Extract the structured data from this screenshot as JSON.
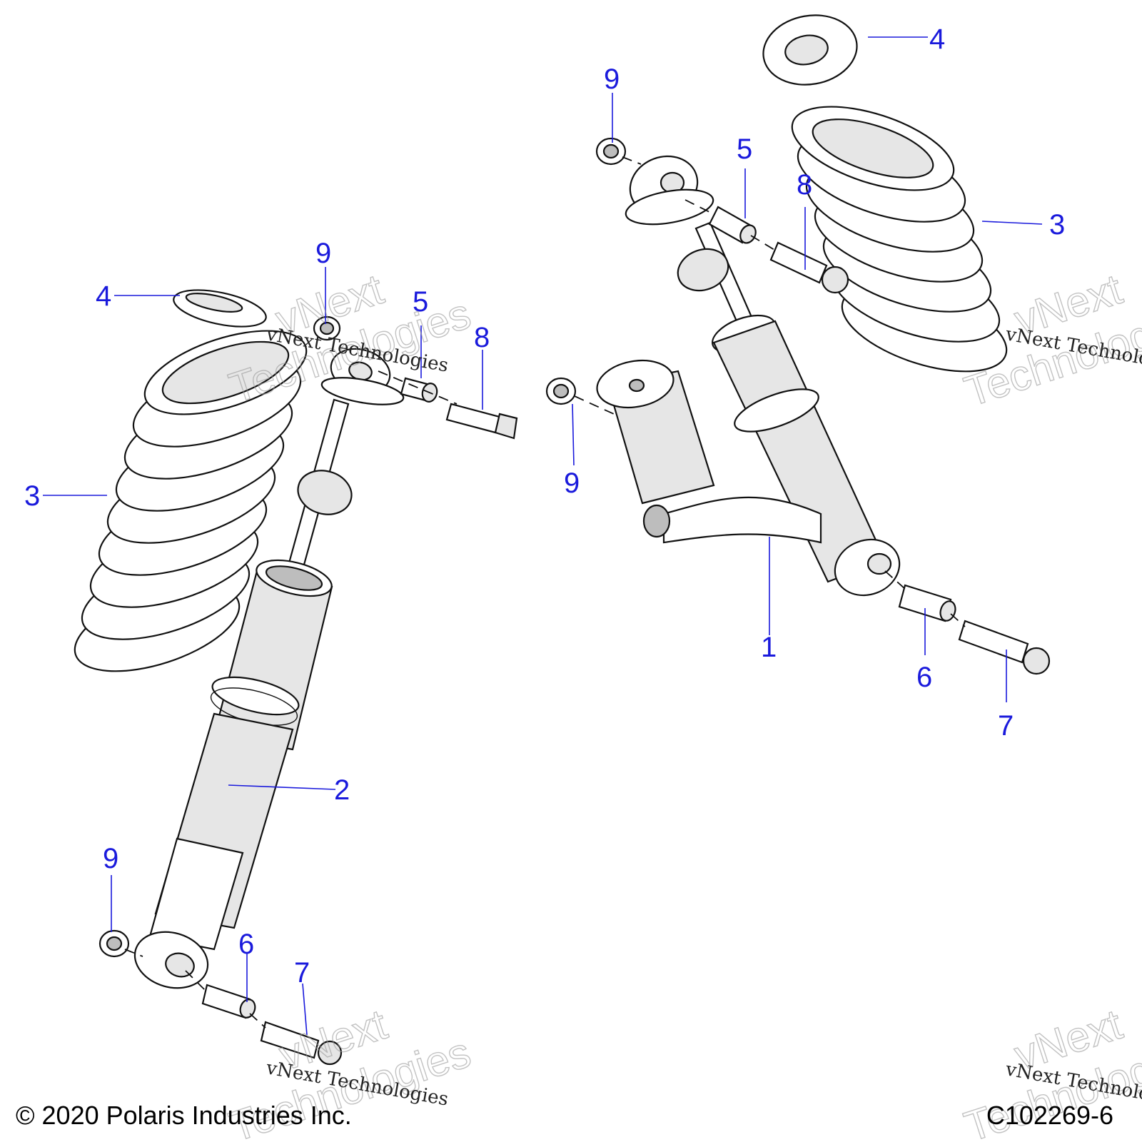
{
  "callouts": {
    "c1": "1",
    "c2": "2",
    "c3_left": "3",
    "c3_right": "3",
    "c4_left": "4",
    "c4_right": "4",
    "c5_left": "5",
    "c5_right": "5",
    "c6_left": "6",
    "c6_right": "6",
    "c7_left": "7",
    "c7_right": "7",
    "c8_left": "8",
    "c8_right": "8",
    "c9_a": "9",
    "c9_b": "9",
    "c9_c": "9",
    "c9_d": "9"
  },
  "watermark": {
    "brand": "vNext Technologies",
    "word1": "vNext",
    "word2": "Technologies"
  },
  "footer": {
    "copyright": "© 2020 Polaris Industries Inc.",
    "figure_id": "C102269-6"
  },
  "colors": {
    "callout": "#1a1adc",
    "line": "#111111"
  }
}
